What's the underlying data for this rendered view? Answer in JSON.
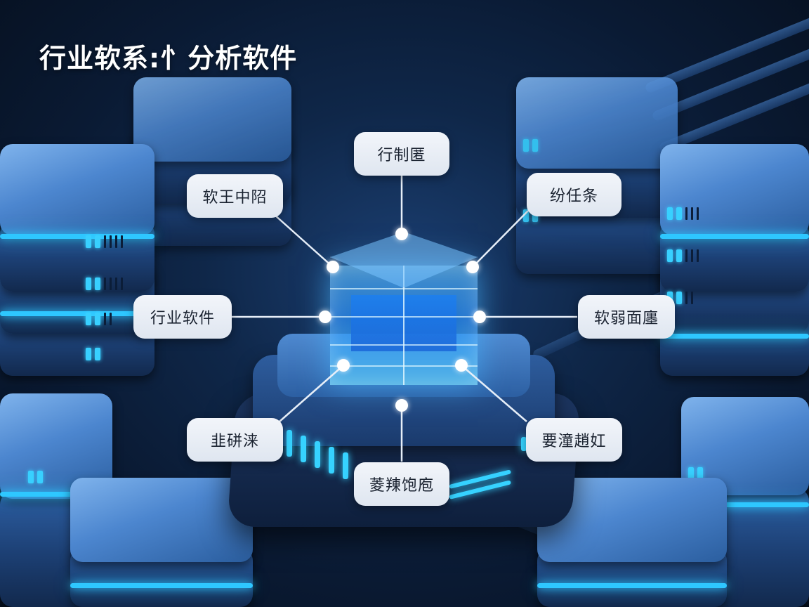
{
  "title": "行业软系:忄分析软件",
  "diagram": {
    "center": "holographic-data-cube",
    "labels": [
      {
        "id": "top",
        "text": "行制匿"
      },
      {
        "id": "upper-left",
        "text": "软王中䧂"
      },
      {
        "id": "upper-right",
        "text": "纷任条"
      },
      {
        "id": "left",
        "text": "行业软件"
      },
      {
        "id": "right",
        "text": "软弱面廛"
      },
      {
        "id": "lower-left",
        "text": "韭硑涞"
      },
      {
        "id": "lower-right",
        "text": "要潼趙妅"
      },
      {
        "id": "bottom",
        "text": "菱䍶饱庖"
      }
    ]
  },
  "colors": {
    "background": "#0a1a33",
    "accent_glow": "#2ec7ff",
    "pill_bg": "#e8edf4",
    "pill_text": "#1a2230",
    "cube": "#3aa8ff"
  }
}
